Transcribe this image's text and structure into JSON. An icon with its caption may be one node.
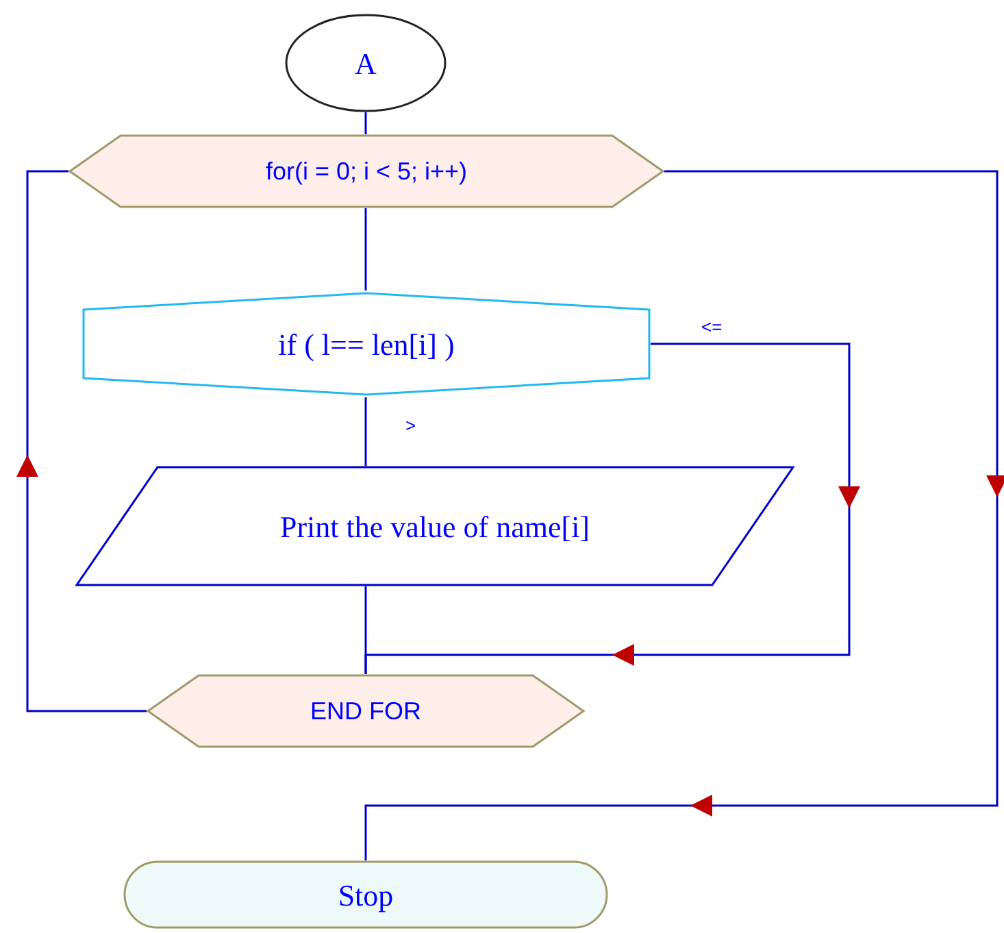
{
  "diagram": {
    "nodes": [
      {
        "text": [
          "A"
        ]
      },
      {
        "text": [
          "for(i = 0; i < 5; i++)"
        ]
      },
      {
        "text": [
          "if ( l== len[i] )"
        ]
      },
      {
        "text": [
          "Print the value of name[i]"
        ]
      },
      {
        "text": [
          "END FOR"
        ]
      },
      {
        "text": [
          "Stop"
        ]
      }
    ],
    "edges": [
      {
        "from": 0,
        "to": 1,
        "arrow": "none"
      },
      {
        "from": 1,
        "to": 2,
        "arrow": "none"
      },
      {
        "from": 2,
        "to": 3,
        "arrow": "none",
        "label": ">"
      },
      {
        "from": 2,
        "to": 4,
        "arrow": "to",
        "label": "<="
      },
      {
        "from": 3,
        "to": 4,
        "arrow": "none"
      },
      {
        "from": 4,
        "to": 1,
        "arrow": "to"
      },
      {
        "from": 1,
        "to": 5,
        "arrow": "to"
      }
    ]
  }
}
